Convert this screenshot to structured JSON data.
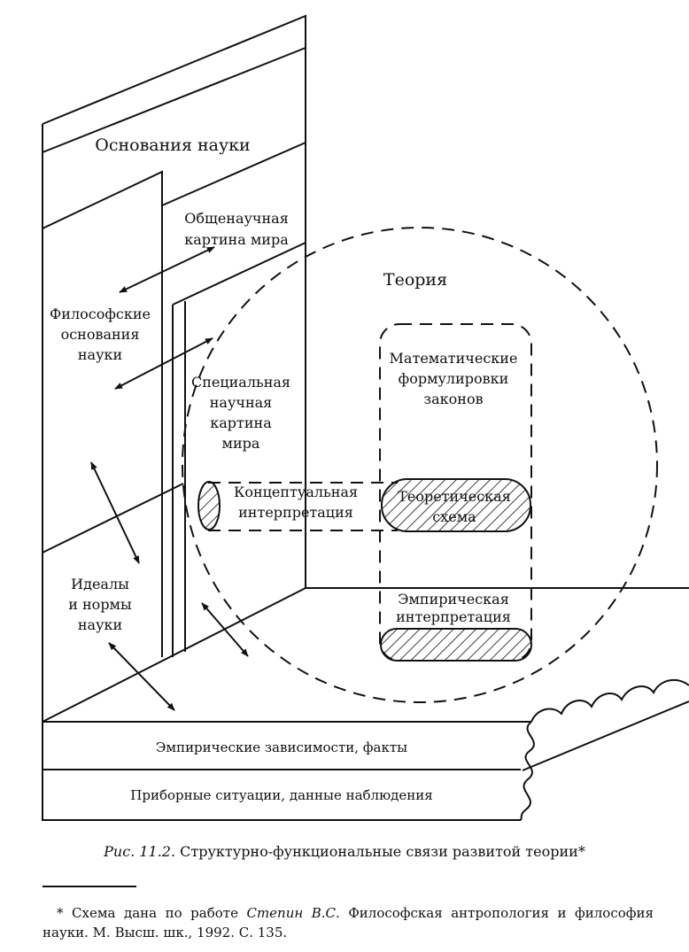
{
  "labels": {
    "foundations": "Основания науки",
    "general_picture_1": "Общенаучная",
    "general_picture_2": "картина мира",
    "theory": "Теория",
    "philosophical_1": "Философские",
    "philosophical_2": "основания",
    "philosophical_3": "науки",
    "special_picture_1": "Специальная",
    "special_picture_2": "научная",
    "special_picture_3": "картина",
    "special_picture_4": "мира",
    "math_1": "Математические",
    "math_2": "формулировки",
    "math_3": "законов",
    "conceptual_1": "Концептуальная",
    "conceptual_2": "интерпретация",
    "theoretical_1": "Теоретическая",
    "theoretical_2": "схема",
    "ideals_1": "Идеалы",
    "ideals_2": "и нормы",
    "ideals_3": "науки",
    "empirical_interp_1": "Эмпирическая",
    "empirical_interp_2": "интерпретация",
    "empirical_facts": "Эмпирические зависимости, факты",
    "instrument_situations": "Приборные ситуации, данные наблюдения"
  },
  "caption": {
    "fig_label": "Рис. 11.2.",
    "text": "Структурно-функциональные связи развитой теории*"
  },
  "footnote": {
    "prefix": "* Схема дана по работе ",
    "author": "Степин В.С.",
    "rest": " Философская антропология и философия науки. М. Высш. шк., 1992. С. 135."
  },
  "colors": {
    "ink": "#111111",
    "paper": "#ffffff"
  }
}
